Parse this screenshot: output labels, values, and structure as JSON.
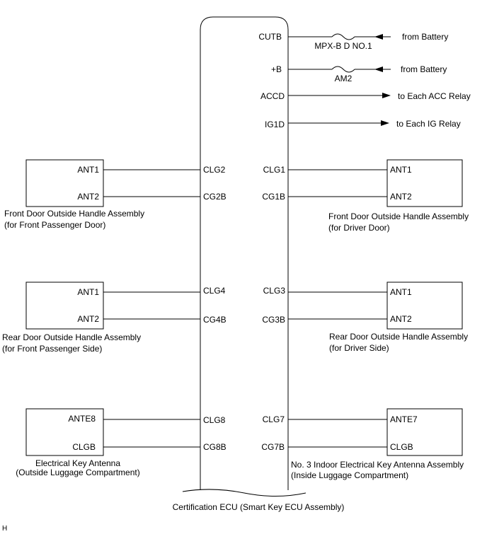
{
  "ecu": {
    "caption": "Certification ECU (Smart Key ECU Assembly)",
    "pins_right": {
      "cutb": "CUTB",
      "b": "+B",
      "accd": "ACCD",
      "ig1d": "IG1D",
      "clg1": "CLG1",
      "cg1b": "CG1B",
      "clg3": "CLG3",
      "cg3b": "CG3B",
      "clg7": "CLG7",
      "cg7b": "CG7B"
    },
    "pins_left": {
      "clg2": "CLG2",
      "cg2b": "CG2B",
      "clg4": "CLG4",
      "cg4b": "CG4B",
      "clg8": "CLG8",
      "cg8b": "CG8B"
    }
  },
  "power": {
    "fuse1": "MPX-B D NO.1",
    "fuse2": "AM2",
    "from_battery_1": "from Battery",
    "from_battery_2": "from Battery",
    "to_acc": "to Each ACC Relay",
    "to_ig": "to Each IG Relay"
  },
  "components": {
    "front_passenger": {
      "pin1": "ANT1",
      "pin2": "ANT2",
      "line1": "Front Door Outside Handle Assembly",
      "line2": "(for Front Passenger Door)"
    },
    "front_driver": {
      "pin1": "ANT1",
      "pin2": "ANT2",
      "line1": "Front Door Outside Handle Assembly",
      "line2": "(for Driver Door)"
    },
    "rear_passenger": {
      "pin1": "ANT1",
      "pin2": "ANT2",
      "line1": "Rear Door Outside Handle Assembly",
      "line2": "(for Front Passenger Side)"
    },
    "rear_driver": {
      "pin1": "ANT1",
      "pin2": "ANT2",
      "line1": "Rear Door Outside Handle Assembly",
      "line2": "(for Driver Side)"
    },
    "outside_luggage": {
      "pin1": "ANTE8",
      "pin2": "CLGB",
      "line1": "Electrical Key Antenna",
      "line2": "(Outside Luggage Compartment)"
    },
    "inside_luggage": {
      "pin1": "ANTE7",
      "pin2": "CLGB",
      "line1": "No. 3 Indoor Electrical Key Antenna Assembly",
      "line2": "(Inside Luggage Compartment)"
    }
  },
  "figure_code": "H"
}
